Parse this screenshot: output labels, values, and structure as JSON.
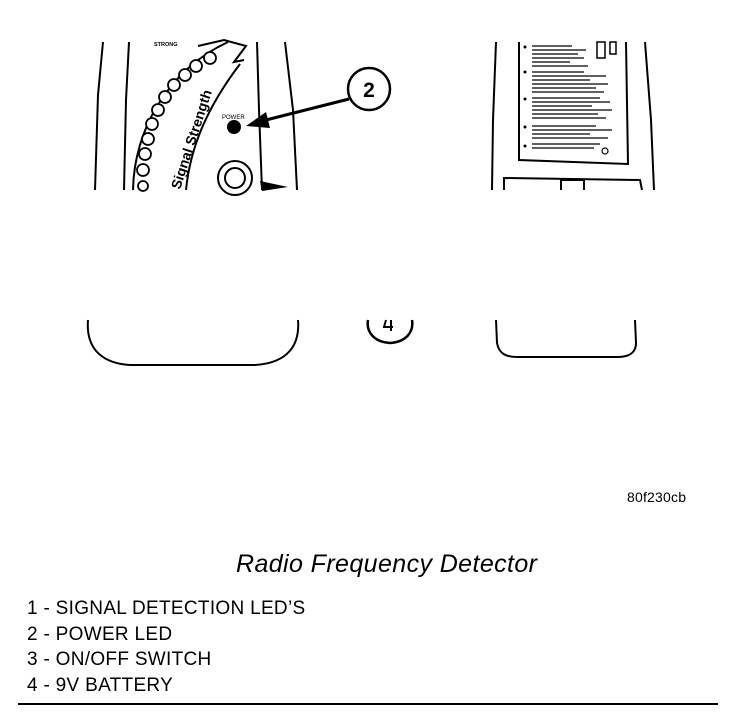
{
  "figure": {
    "code": "80f230cb",
    "caption": "Radio Frequency Detector",
    "device_labels": {
      "signal_strength": "Signal Strength",
      "strong": "STRONG",
      "power": "POWER"
    },
    "callouts": [
      {
        "number": "2",
        "target": "power-led"
      },
      {
        "number": "4",
        "target": "battery"
      }
    ]
  },
  "legend": {
    "items": [
      {
        "number": "1",
        "label": "SIGNAL DETECTION LED’S"
      },
      {
        "number": "2",
        "label": "POWER LED"
      },
      {
        "number": "3",
        "label": "ON/OFF SWITCH"
      },
      {
        "number": "4",
        "label": "9V BATTERY"
      }
    ]
  },
  "colors": {
    "ink": "#000000",
    "paper": "#ffffff"
  }
}
